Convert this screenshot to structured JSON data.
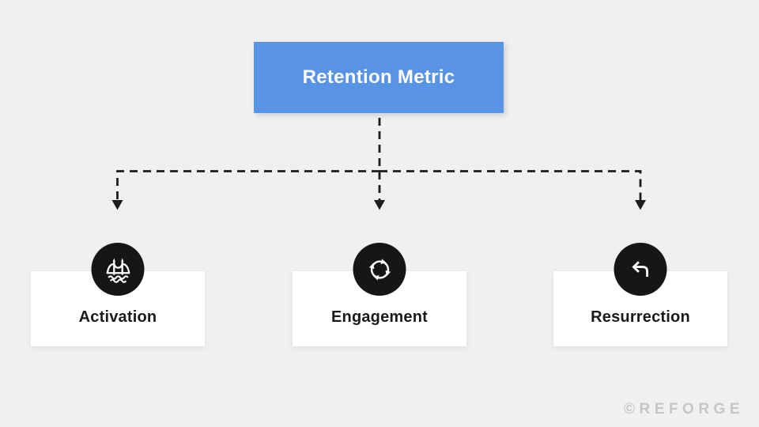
{
  "diagram": {
    "root": {
      "label": "Retention Metric"
    },
    "children": [
      {
        "label": "Activation",
        "icon": "bridge-icon"
      },
      {
        "label": "Engagement",
        "icon": "cycle-arrows-icon"
      },
      {
        "label": "Resurrection",
        "icon": "return-arrow-icon"
      }
    ]
  },
  "watermark": {
    "text": "©REFORGE"
  },
  "colors": {
    "background": "#f0f0ef",
    "root_box": "#5893e6",
    "root_text": "#ffffff",
    "connector": "#1c1c1c",
    "card_bg": "#ffffff",
    "label_text": "#1a1a1a",
    "icon_circle": "#161616",
    "icon_glyph": "#ffffff",
    "watermark": "#c6c6c6"
  }
}
